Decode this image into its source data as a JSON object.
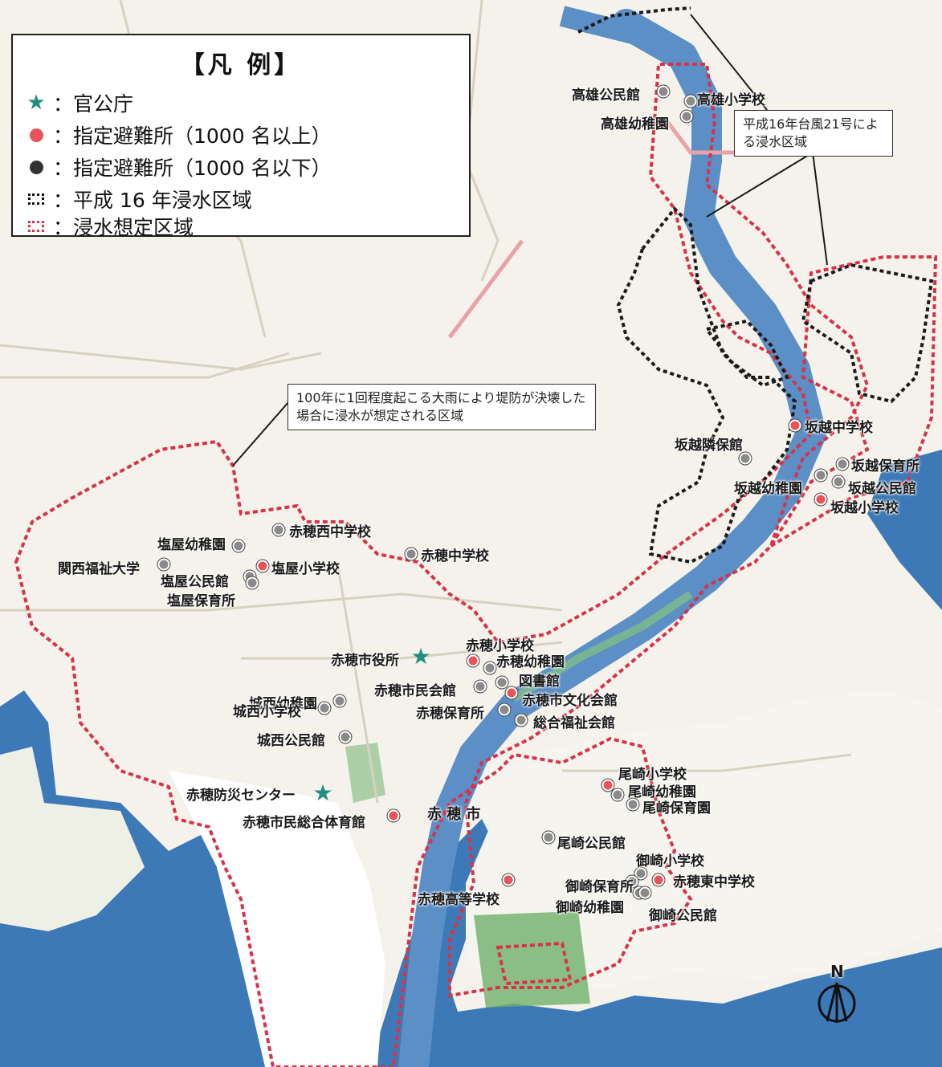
{
  "colors": {
    "land": "#f4f2ea",
    "sea": "#3d79b6",
    "river": "#5b8fc6",
    "flood_red": "#d8324a",
    "flood_black": "#1a1a1a",
    "office_star": "#1f8f84",
    "shelter_large": "#e8545a",
    "shelter_small": "#3a3a3a",
    "park": "#6fb06a"
  },
  "legend": {
    "title": "【凡 例】",
    "items": [
      {
        "symbol": "star",
        "label": "：官公庁"
      },
      {
        "symbol": "red-dot",
        "label": "：指定避難所（1000 名以上）"
      },
      {
        "symbol": "black-dot",
        "label": "：指定避難所（1000 名以下）"
      },
      {
        "symbol": "black-dotted-box",
        "label": "：平成 16 年浸水区域"
      },
      {
        "symbol": "red-dotted-box",
        "label": "：浸水想定区域"
      }
    ]
  },
  "callouts": {
    "typhoon": "平成16年台風21号による浸水区域",
    "flood_assumed": "100年に1回程度起こる大雨により堤防が決壊した場合に浸水が想定される区域"
  },
  "places": [
    {
      "label": "高雄公民館",
      "type": "small"
    },
    {
      "label": "高雄小学校",
      "type": "small"
    },
    {
      "label": "高雄幼稚園",
      "type": "small"
    },
    {
      "label": "坂越中学校",
      "type": "large"
    },
    {
      "label": "坂越隣保館",
      "type": "small"
    },
    {
      "label": "坂越保育所",
      "type": "small"
    },
    {
      "label": "坂越幼稚園",
      "type": "small"
    },
    {
      "label": "坂越公民館",
      "type": "small"
    },
    {
      "label": "坂越小学校",
      "type": "large"
    },
    {
      "label": "赤穂西中学校",
      "type": "small"
    },
    {
      "label": "塩屋幼稚園",
      "type": "small"
    },
    {
      "label": "関西福祉大学",
      "type": "small"
    },
    {
      "label": "塩屋小学校",
      "type": "large"
    },
    {
      "label": "塩屋公民館",
      "type": "small"
    },
    {
      "label": "塩屋保育所",
      "type": "small"
    },
    {
      "label": "赤穂中学校",
      "type": "small"
    },
    {
      "label": "赤穂小学校",
      "type": "large"
    },
    {
      "label": "赤穂市役所",
      "type": "office"
    },
    {
      "label": "赤穂幼稚園",
      "type": "small"
    },
    {
      "label": "城西幼稚園",
      "type": "small"
    },
    {
      "label": "赤穂市民会館",
      "type": "small"
    },
    {
      "label": "図書館",
      "type": "small"
    },
    {
      "label": "赤穂市文化会館",
      "type": "large"
    },
    {
      "label": "城西小学校",
      "type": "small"
    },
    {
      "label": "赤穂保育所",
      "type": "small"
    },
    {
      "label": "総合福祉会館",
      "type": "small"
    },
    {
      "label": "城西公民館",
      "type": "small"
    },
    {
      "label": "赤穂防災センター",
      "type": "office"
    },
    {
      "label": "赤穂市民総合体育館",
      "type": "large"
    },
    {
      "label": "尾崎小学校",
      "type": "large"
    },
    {
      "label": "尾崎幼稚園",
      "type": "small"
    },
    {
      "label": "尾崎保育園",
      "type": "small"
    },
    {
      "label": "尾崎公民館",
      "type": "small"
    },
    {
      "label": "御崎小学校",
      "type": "small"
    },
    {
      "label": "赤穂東中学校",
      "type": "large"
    },
    {
      "label": "御崎保育所",
      "type": "small"
    },
    {
      "label": "御崎幼稚園",
      "type": "small"
    },
    {
      "label": "御崎公民館",
      "type": "small"
    },
    {
      "label": "赤穂高等学校",
      "type": "large"
    }
  ],
  "map_text": {
    "city": "赤 穂 市"
  },
  "north_label": "N"
}
